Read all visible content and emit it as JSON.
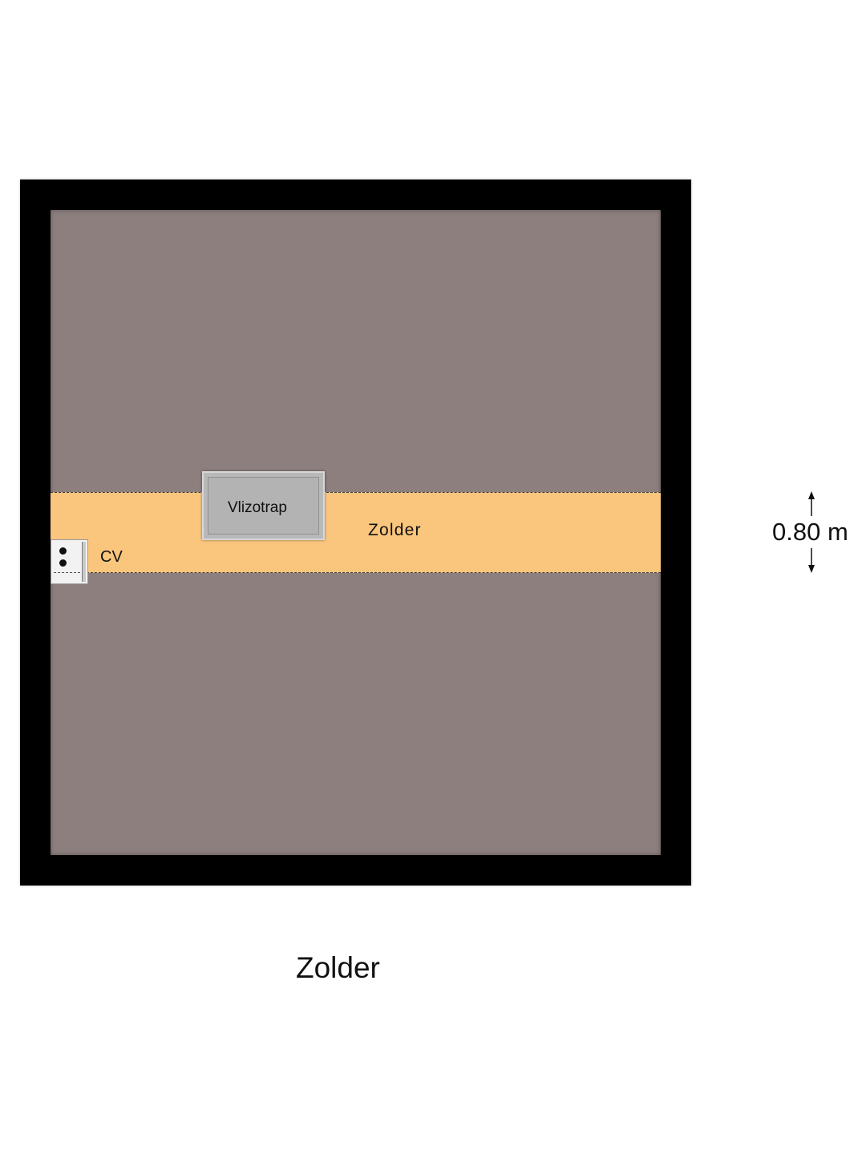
{
  "plan": {
    "title": "Zolder",
    "room_label": "Zolder",
    "hatch_label": "Vlizotrap",
    "boiler_label": "CV",
    "dimension_label": "0.80 m"
  },
  "colors": {
    "wall": "#000000",
    "floor": "#8c7f7e",
    "walk_zone": "#fac57c",
    "hatch": "#b9b9b9"
  },
  "icons": {
    "boiler": "boiler-icon",
    "dimension": "dimension-arrow-icon"
  }
}
